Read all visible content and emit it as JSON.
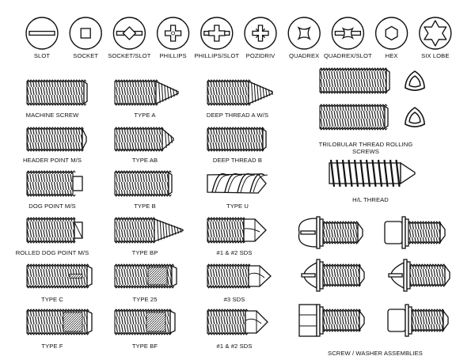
{
  "drives": [
    {
      "label": "SLOT",
      "icon": "slot-drive-icon"
    },
    {
      "label": "SOCKET",
      "icon": "socket-drive-icon"
    },
    {
      "label": "SOCKET/SLOT",
      "icon": "socket-slot-drive-icon"
    },
    {
      "label": "PHILLIPS",
      "icon": "phillips-drive-icon"
    },
    {
      "label": "PHILLIPS/SLOT",
      "icon": "phillips-slot-drive-icon"
    },
    {
      "label": "POZIDRIV",
      "icon": "pozidriv-drive-icon"
    },
    {
      "label": "QUADREX",
      "icon": "quadrex-drive-icon"
    },
    {
      "label": "QUADREX/SLOT",
      "icon": "quadrex-slot-drive-icon"
    },
    {
      "label": "HEX",
      "icon": "hex-drive-icon"
    },
    {
      "label": "SIX LOBE",
      "icon": "six-lobe-drive-icon"
    }
  ],
  "screw_types": {
    "col1": [
      "MACHINE SCREW",
      "HEADER POINT M/S",
      "DOG POINT M/S",
      "ROLLED DOG POINT M/S",
      "TYPE C",
      "TYPE F"
    ],
    "col2": [
      "TYPE A",
      "TYPE AB",
      "TYPE B",
      "TYPE BP",
      "TYPE 25",
      "TYPE BF"
    ],
    "col3": [
      "DEEP THREAD A W/S",
      "DEEP THREAD B",
      "TYPE U",
      "#1 & #2 SDS",
      "#3 SDS",
      "#1 & #2 SDS"
    ]
  },
  "right_panel": {
    "trilobular_label": "TRILOBULAR THREAD ROLLING SCREWS",
    "hl_label": "H/L THREAD",
    "assemblies_label": "SCREW / WASHER ASSEMBLIES"
  }
}
